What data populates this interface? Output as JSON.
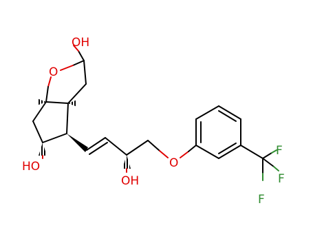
{
  "labels": {
    "oh_top": "OH",
    "o_ring": "O",
    "ho_left": "HO",
    "oh_mid": "OH",
    "o_ether": "O",
    "f1": "F",
    "f2": "F",
    "f3": "F"
  },
  "colors": {
    "bond": "#000000",
    "oxygen": "#e00000",
    "fluorine": "#2e8b2e"
  }
}
